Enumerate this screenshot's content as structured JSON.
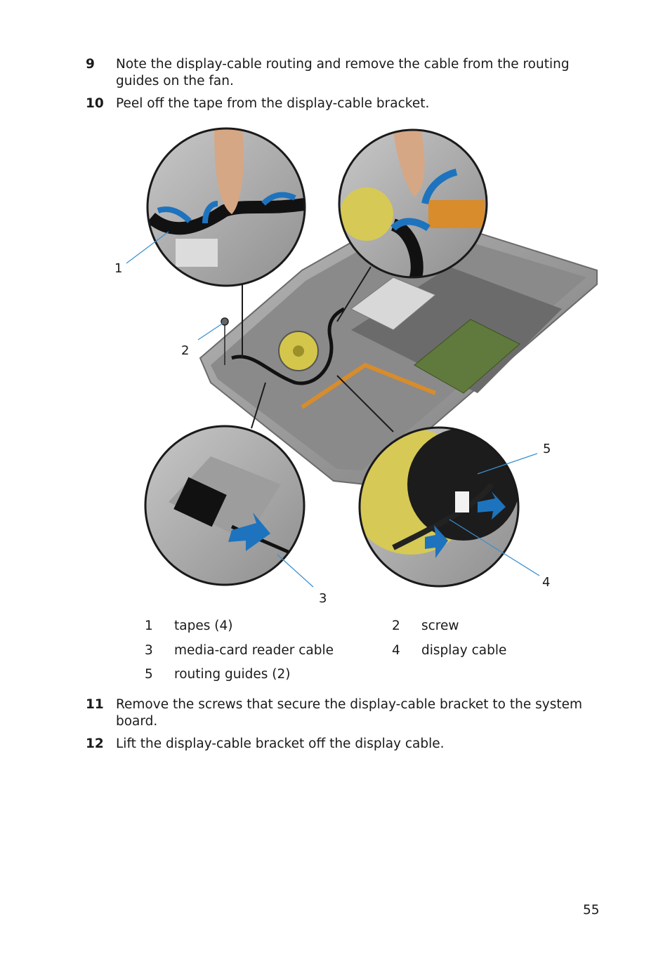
{
  "steps": [
    {
      "number": "9",
      "text": "Note the display-cable routing and remove the cable from the routing guides on the fan."
    },
    {
      "number": "10",
      "text": "Peel off the tape from the display-cable bracket."
    },
    {
      "number": "11",
      "text": "Remove the screws that secure the display-cable bracket to the system board."
    },
    {
      "number": "12",
      "text": "Lift the display-cable bracket off the display cable."
    }
  ],
  "callouts": [
    "1",
    "2",
    "3",
    "4",
    "5"
  ],
  "legend": [
    {
      "number": "1",
      "label": "tapes (4)"
    },
    {
      "number": "2",
      "label": "screw"
    },
    {
      "number": "3",
      "label": "media-card reader cable"
    },
    {
      "number": "4",
      "label": "display cable"
    },
    {
      "number": "5",
      "label": "routing guides (2)"
    }
  ],
  "page_number": "55",
  "colors": {
    "arrow": "#1e73be",
    "leader": "#3a8fd0",
    "chassis": "#9a9a9a",
    "board": "#556b3a"
  }
}
